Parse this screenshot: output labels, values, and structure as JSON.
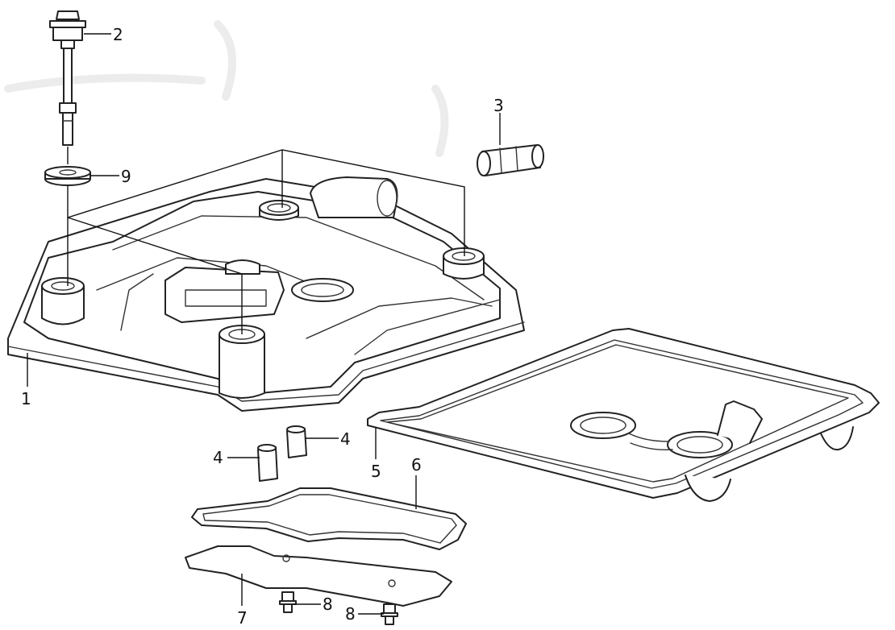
{
  "callouts": [
    {
      "id": "1",
      "label": "1"
    },
    {
      "id": "2",
      "label": "2"
    },
    {
      "id": "3",
      "label": "3"
    },
    {
      "id": "4a",
      "label": "4"
    },
    {
      "id": "4b",
      "label": "4"
    },
    {
      "id": "5",
      "label": "5"
    },
    {
      "id": "6",
      "label": "6"
    },
    {
      "id": "7",
      "label": "7"
    },
    {
      "id": "8a",
      "label": "8"
    },
    {
      "id": "8b",
      "label": "8"
    },
    {
      "id": "9",
      "label": "9"
    }
  ],
  "colors": {
    "line": "#222222",
    "background": "#ffffff"
  }
}
